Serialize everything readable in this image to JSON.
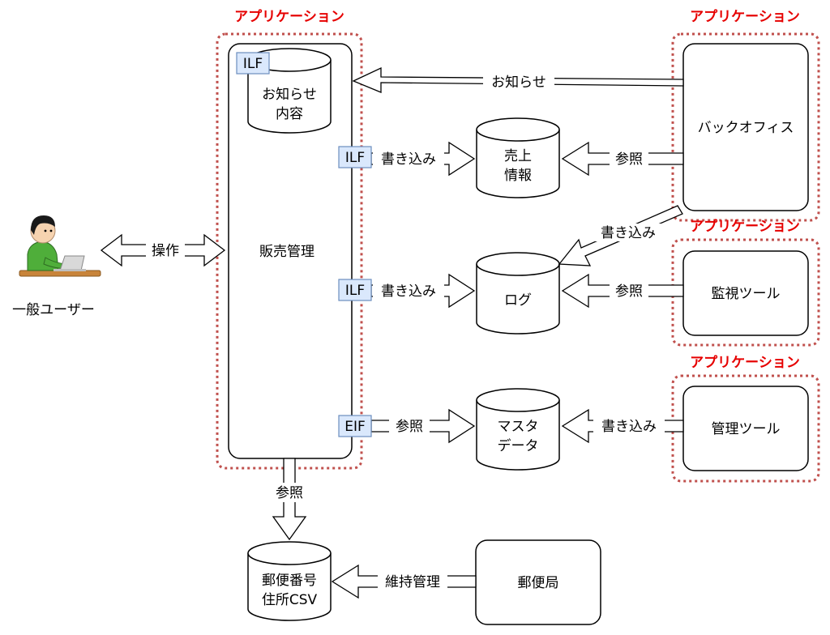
{
  "diagram": {
    "app_label": "アプリケーション",
    "colors": {
      "app_border": "#c0504d",
      "app_title": "#e60000",
      "badge_fill": "#dae8fc",
      "badge_border": "#6c8ebf",
      "stroke": "#000000"
    },
    "user": {
      "label": "一般ユーザー"
    },
    "nodes": {
      "hanbai": "販売管理",
      "oshirase_line1": "お知らせ",
      "oshirase_line2": "内容",
      "uriage_line1": "売上",
      "uriage_line2": "情報",
      "log": "ログ",
      "master_line1": "マスタ",
      "master_line2": "データ",
      "csv_line1": "郵便番号",
      "csv_line2": "住所CSV",
      "backoffice": "バックオフィス",
      "kanshi": "監視ツール",
      "kanri": "管理ツール",
      "yubinkyoku": "郵便局"
    },
    "badges": {
      "ilf": "ILF",
      "eif": "EIF"
    },
    "edges": {
      "sousa": "操作",
      "oshirase": "お知らせ",
      "kakikomi": "書き込み",
      "sansho": "参照",
      "iji_kanri": "維持管理"
    }
  }
}
